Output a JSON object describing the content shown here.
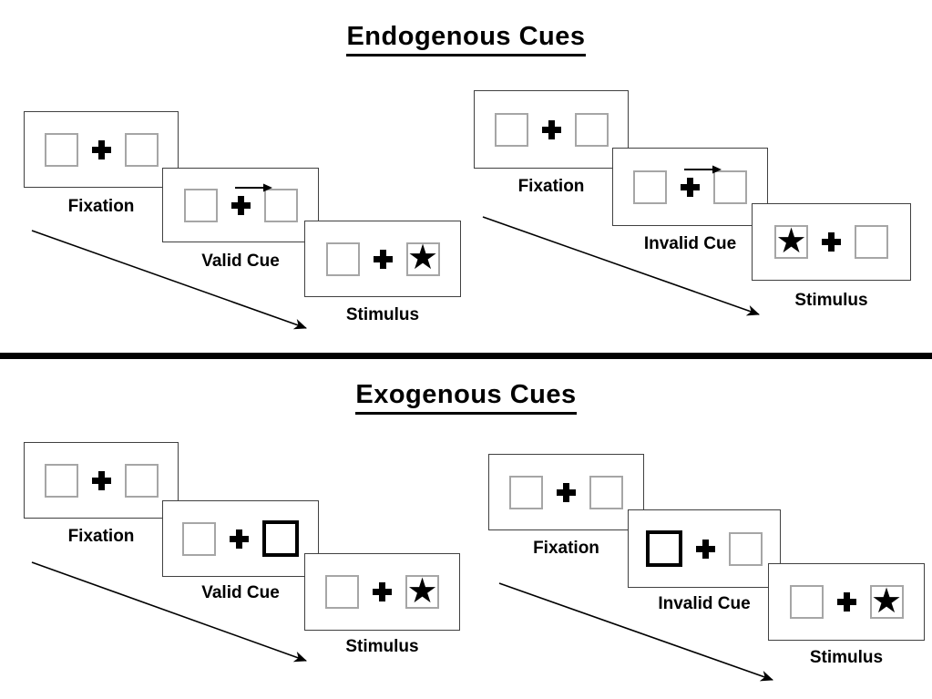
{
  "sections": [
    {
      "title": "Endogenous Cues",
      "sequences": [
        {
          "name": "valid",
          "fixation_label": "Fixation",
          "cue_label": "Valid Cue",
          "stimulus_label": "Stimulus",
          "cue_kind": "central-arrow",
          "cue_direction": "right",
          "stimulus_side": "right"
        },
        {
          "name": "invalid",
          "fixation_label": "Fixation",
          "cue_label": "Invalid Cue",
          "stimulus_label": "Stimulus",
          "cue_kind": "central-arrow",
          "cue_direction": "right",
          "stimulus_side": "left"
        }
      ]
    },
    {
      "title": "Exogenous Cues",
      "sequences": [
        {
          "name": "valid",
          "fixation_label": "Fixation",
          "cue_label": "Valid Cue",
          "stimulus_label": "Stimulus",
          "cue_kind": "peripheral-box-highlight",
          "cued_side": "right",
          "stimulus_side": "right"
        },
        {
          "name": "invalid",
          "fixation_label": "Fixation",
          "cue_label": "Invalid Cue",
          "stimulus_label": "Stimulus",
          "cue_kind": "peripheral-box-highlight",
          "cued_side": "left",
          "stimulus_side": "right"
        }
      ]
    }
  ],
  "icons": {
    "star": "★"
  },
  "colors": {
    "ink": "#000000",
    "panel_border": "#404040",
    "square_border": "#a6a6a6",
    "background": "#ffffff"
  }
}
